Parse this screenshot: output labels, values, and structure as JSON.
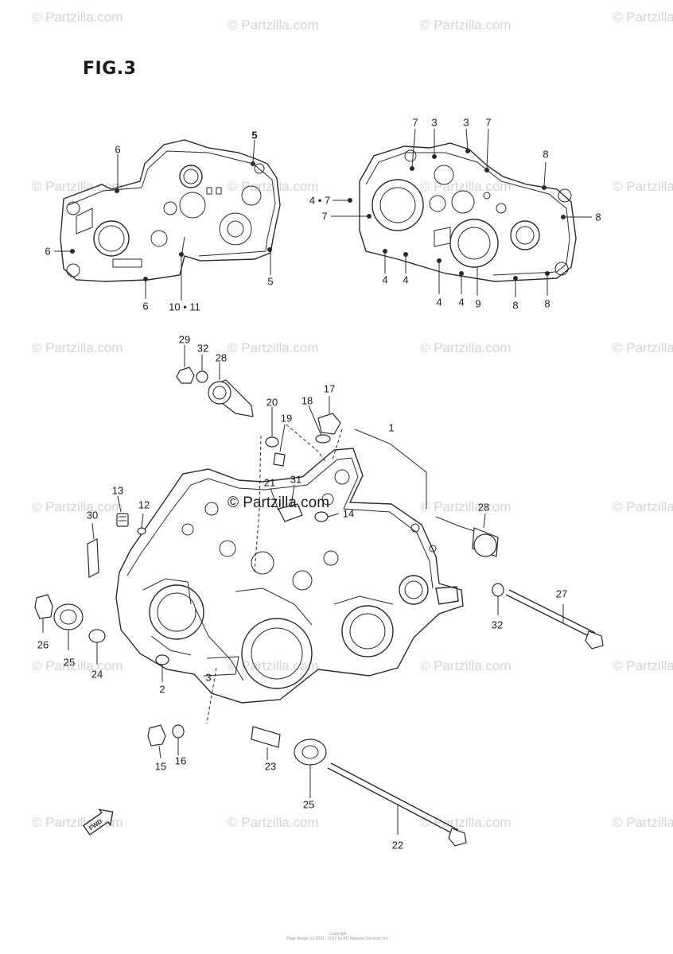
{
  "figure_title": "FIG.3",
  "watermark_text": "© Partzilla.com",
  "overlay_watermark_text": "© Partzilla.com",
  "footer": {
    "line1": "Copyright",
    "line2": "Page design (c) 2001 - 2017 by ATI Network Services, Inc."
  },
  "fwd_badge": "FWD",
  "callouts": {
    "c1": "1",
    "c2": "2",
    "c3": "3",
    "c5a": "5",
    "c5b": "5",
    "c6a": "6",
    "c6b": "6",
    "c6c": "6",
    "c10_11": "10 • 11",
    "c7a": "7",
    "c3a": "3",
    "c3b": "3",
    "c7b": "7",
    "c8a": "8",
    "c47": "4 • 7",
    "c7c": "7",
    "c8b": "8",
    "c4a": "4",
    "c4b": "4",
    "c4c": "4",
    "c4d": "4",
    "c9": "9",
    "c8c": "8",
    "c8d": "8",
    "c29": "29",
    "c32a": "32",
    "c28a": "28",
    "c20": "20",
    "c18": "18",
    "c17": "17",
    "c19": "19",
    "c21": "21",
    "c31": "31",
    "c14": "14",
    "c13": "13",
    "c12": "12",
    "c30": "30",
    "c28b": "28",
    "c27": "27",
    "c32b": "32",
    "c26": "26",
    "c25a": "25",
    "c24": "24",
    "c15": "15",
    "c16": "16",
    "c23": "23",
    "c25b": "25",
    "c22": "22"
  }
}
